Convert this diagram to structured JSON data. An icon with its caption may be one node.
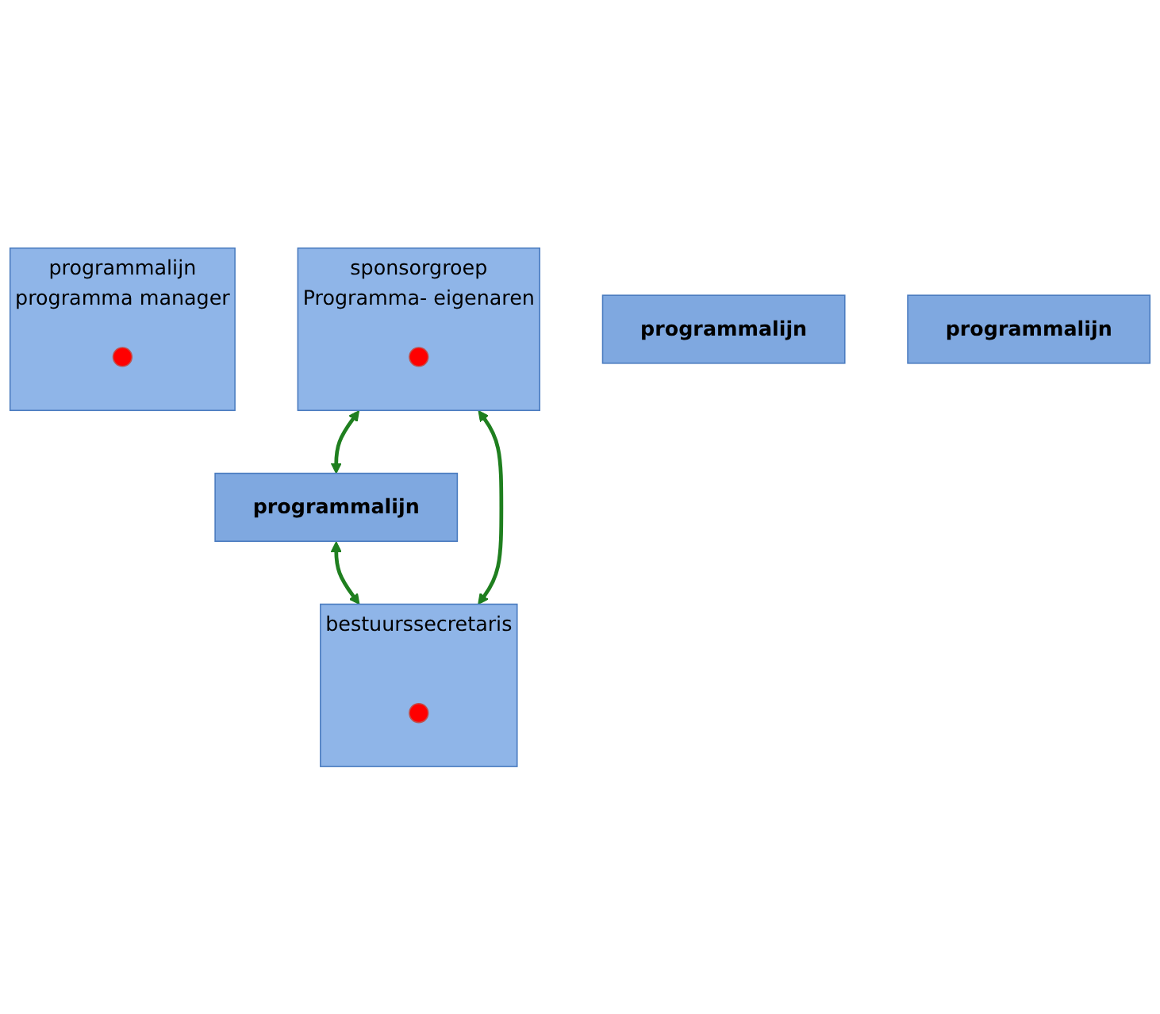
{
  "diagram": {
    "nodes": [
      {
        "text": [
          "sponsorgroep",
          "Programma- eigenaren"
        ]
      },
      {
        "text": [],
        "shape": "circle",
        "in": 0
      },
      {
        "text": [
          "programmalijn"
        ]
      },
      {
        "text": [
          "programmalijn"
        ]
      },
      {
        "text": [
          "programmalijn"
        ]
      },
      {
        "text": [
          "programmalijn",
          "programma manager"
        ]
      },
      {
        "text": [],
        "shape": "circle",
        "in": 5
      },
      {
        "text": [
          "bestuurssecretaris"
        ]
      },
      {
        "text": [],
        "shape": "circle",
        "in": 7
      }
    ],
    "edges": [
      {
        "from": 0,
        "to": 2,
        "arrow": "both"
      },
      {
        "from": 2,
        "to": 7,
        "arrow": "both"
      },
      {
        "from": 0,
        "to": 7,
        "arrow": "both"
      }
    ]
  }
}
